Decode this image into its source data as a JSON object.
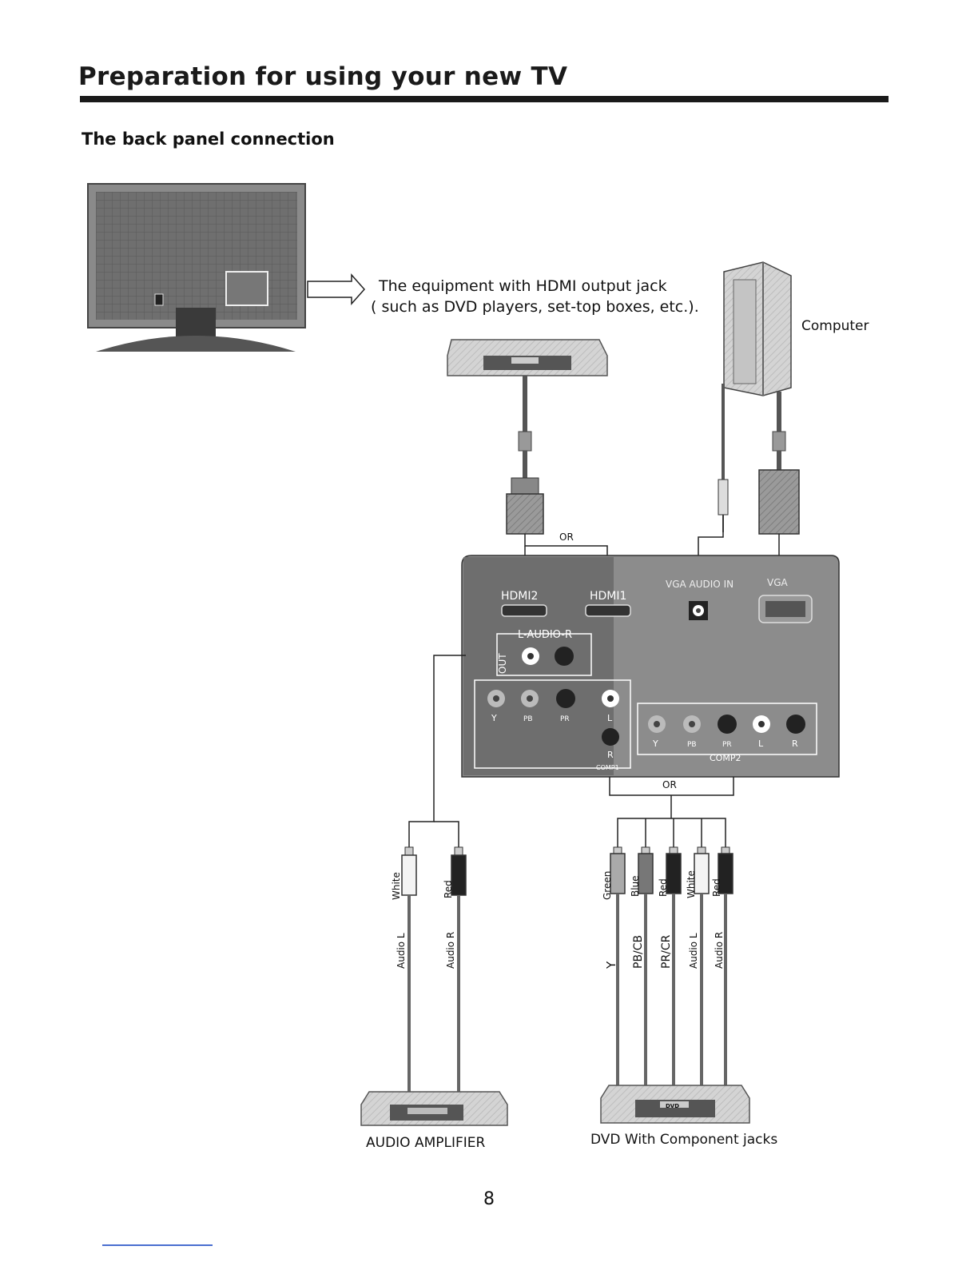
{
  "page": {
    "title": "Preparation for using your new TV",
    "section_heading": "The back panel connection",
    "page_number": "8"
  },
  "diagram": {
    "hdmi_equipment_line1": "The equipment with HDMI output jack",
    "hdmi_equipment_line2": "( such as DVD players, set-top boxes, etc.).",
    "computer_label": "Computer",
    "or_top": "OR",
    "or_bottom": "OR",
    "audio_amplifier_label": "AUDIO AMPLIFIER",
    "dvd_component_label": "DVD With Component jacks",
    "dvd_badge": "DVD",
    "panel": {
      "hdmi2": "HDMI2",
      "hdmi1": "HDMI1",
      "vga_audio_in": "VGA AUDIO IN",
      "vga": "VGA",
      "audio_out": "L-AUDIO-R",
      "out": "OUT",
      "comp1_y": "Y",
      "comp1_pb": "PB",
      "comp1_pr": "PR",
      "comp1_l": "L",
      "comp1_r": "R",
      "comp1": "COMP1",
      "comp2_y": "Y",
      "comp2_pb": "PB",
      "comp2_pr": "PR",
      "comp2_l": "L",
      "comp2_r": "R",
      "comp2": "COMP2"
    },
    "amp_cables": [
      {
        "color": "White",
        "signal": "Audio L"
      },
      {
        "color": "Red",
        "signal": "Audio R"
      }
    ],
    "dvd_cables": [
      {
        "color": "Green",
        "signal": "Y"
      },
      {
        "color": "Blue",
        "signal": "PB/CB"
      },
      {
        "color": "Red",
        "signal": "PR/CR"
      },
      {
        "color": "White",
        "signal": "Audio L"
      },
      {
        "color": "Red",
        "signal": "Audio R"
      }
    ]
  }
}
